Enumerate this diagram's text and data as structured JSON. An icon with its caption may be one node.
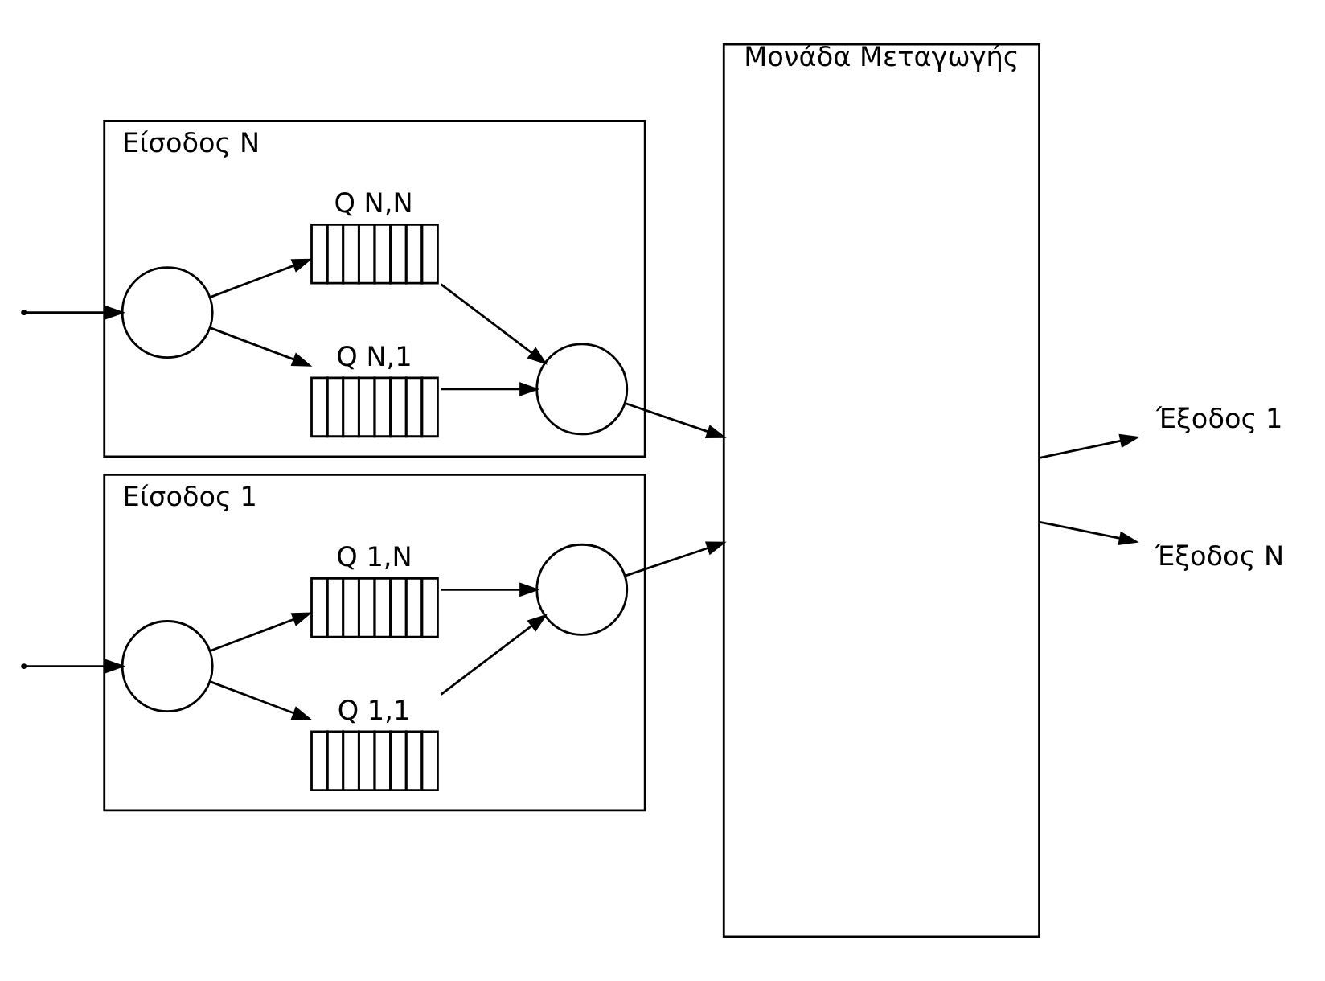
{
  "diagram": {
    "nodes": [
      {
        "text": [
          "Είσοδος 1"
        ]
      },
      {
        "text": [],
        "shape": "circle",
        "in": 0
      },
      {
        "text": [
          "Q 1,1"
        ],
        "in": 0
      },
      {
        "text": [
          "Q 1,N"
        ],
        "in": 0
      },
      {
        "text": [],
        "shape": "circle",
        "in": 0
      },
      {
        "text": [
          "Είσοδος N"
        ]
      },
      {
        "text": [],
        "shape": "circle",
        "in": 5
      },
      {
        "text": [
          "Q N,1"
        ],
        "in": 5
      },
      {
        "text": [
          "Q N,N"
        ],
        "in": 5
      },
      {
        "text": [],
        "shape": "circle",
        "in": 5
      },
      {
        "text": [
          "Μονάδα Μεταγωγής"
        ]
      },
      {
        "text": [
          "Έξοδος 1"
        ]
      },
      {
        "text": [
          "Έξοδος N"
        ]
      }
    ],
    "edges": [
      {
        "from": null,
        "to": 1,
        "arrow": "to"
      },
      {
        "from": 1,
        "to": 2,
        "arrow": "to"
      },
      {
        "from": 1,
        "to": 3,
        "arrow": "to"
      },
      {
        "from": 2,
        "to": 4,
        "arrow": "to"
      },
      {
        "from": 3,
        "to": 4,
        "arrow": "to"
      },
      {
        "from": 4,
        "to": 10,
        "arrow": "to"
      },
      {
        "from": null,
        "to": 6,
        "arrow": "to"
      },
      {
        "from": 6,
        "to": 7,
        "arrow": "to"
      },
      {
        "from": 6,
        "to": 8,
        "arrow": "to"
      },
      {
        "from": 7,
        "to": 9,
        "arrow": "to"
      },
      {
        "from": 8,
        "to": 9,
        "arrow": "to"
      },
      {
        "from": 9,
        "to": 10,
        "arrow": "to"
      },
      {
        "from": 10,
        "to": 11,
        "arrow": "to"
      },
      {
        "from": 10,
        "to": 12,
        "arrow": "to"
      }
    ]
  }
}
